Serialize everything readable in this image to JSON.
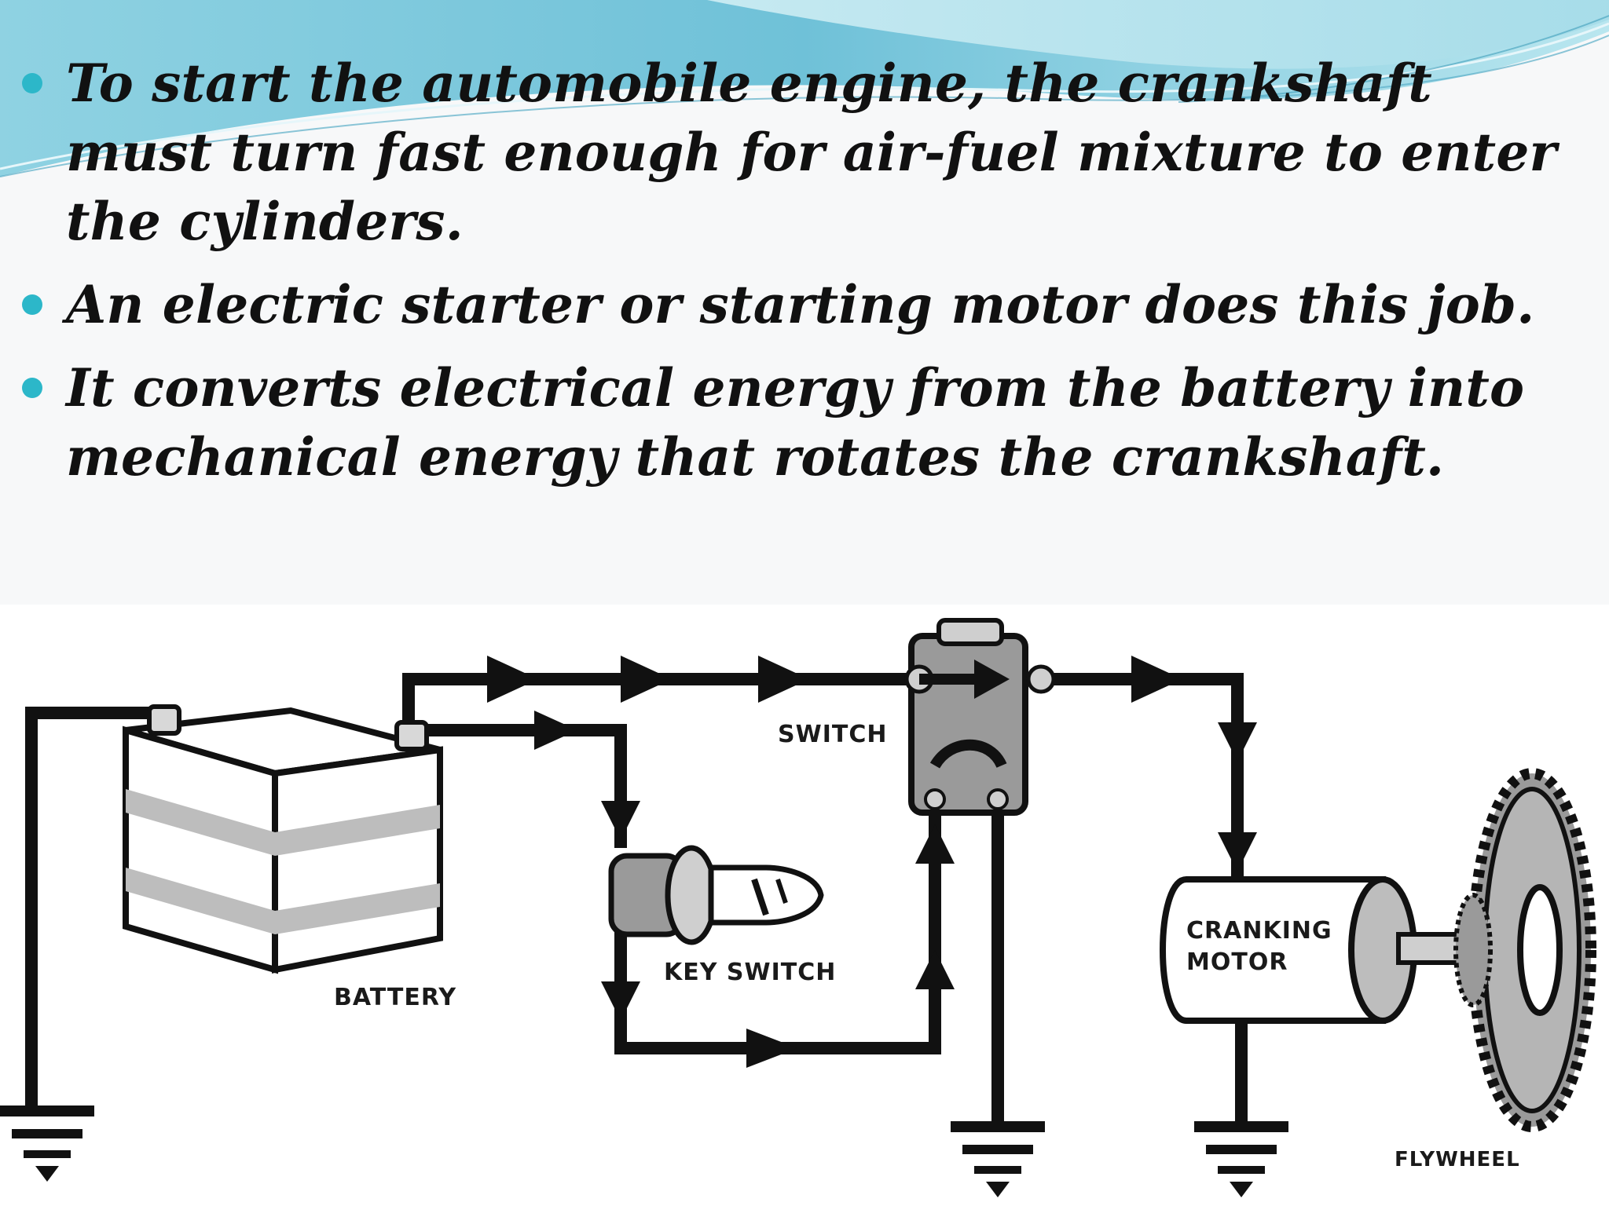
{
  "bullets": [
    "To start the automobile engine, the crankshaft must turn fast enough for air-fuel mixture to enter the cylinders.",
    "An electric starter or starting motor does this job.",
    "It converts electrical energy from the battery  into mechanical energy that rotates the crankshaft."
  ],
  "diagram": {
    "labels": {
      "battery": "BATTERY",
      "switch": "SWITCH",
      "key_switch": "KEY SWITCH",
      "cranking_motor_line1": "CRANKING",
      "cranking_motor_line2": "MOTOR",
      "flywheel": "FLYWHEEL"
    }
  },
  "colors": {
    "bullet": "#2cb7c9",
    "text": "#111111",
    "wave_light": "#bfe6ee",
    "wave_mid": "#7fcbdd",
    "wave_dark": "#4fb0c8"
  }
}
